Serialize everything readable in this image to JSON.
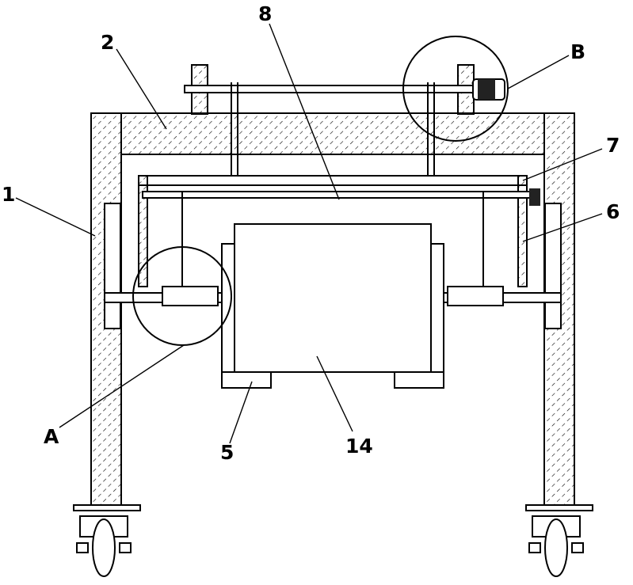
{
  "labels": {
    "l1": "1",
    "l2": "2",
    "l5": "5",
    "l6": "6",
    "l7": "7",
    "l8": "8",
    "l14": "14",
    "lA": "A",
    "lB": "B"
  }
}
